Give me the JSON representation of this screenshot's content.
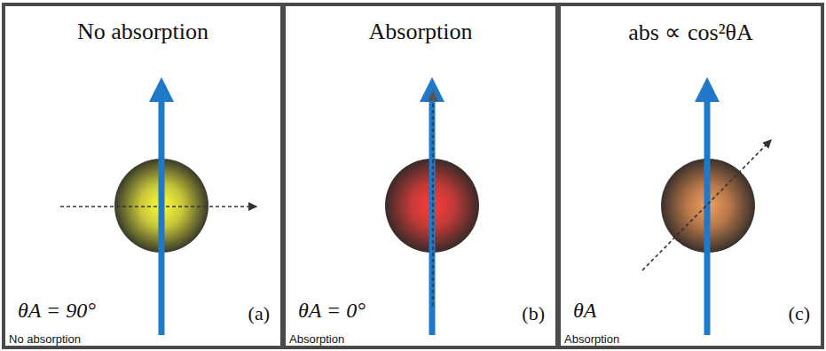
{
  "diagram": {
    "nodes": [
      {
        "text": [
          "No absorption",
          "θA = 90°",
          "No absorption",
          "(a)"
        ]
      },
      {
        "text": [
          "Absorption",
          "θA = 0°",
          "Absorption",
          "(b)"
        ]
      },
      {
        "text": [
          "abs ∝ cos²θA",
          "θA",
          "Absorption",
          "(c)"
        ]
      }
    ]
  }
}
